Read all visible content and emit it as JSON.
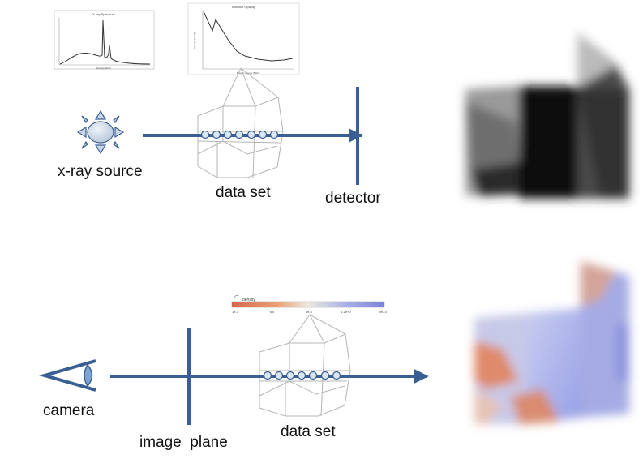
{
  "colors": {
    "axis": "#3a5f94",
    "wire": "#b5b5b5",
    "sample_fill": "#dbe6f3",
    "sample_stroke": "#3a5f94",
    "source_fill": "#c9d5e4",
    "colormap_low": "#d9654c",
    "colormap_mid": "#ece8df",
    "colormap_high": "#7a82d9"
  },
  "icons": {
    "source": "sun-icon",
    "viewer": "eye-icon"
  },
  "top": {
    "source_label": "x-ray source",
    "dataset_label": "data set",
    "detector_label": "detector",
    "spectrum_plot": {
      "title": "X-ray Spectrum",
      "xlabel": "Energy (keV)"
    },
    "opacity_plot": {
      "title": "Titanium Opacity",
      "xlabel": "Photon energy (MeV)",
      "ylabel": "Opacity (cm²/g)"
    }
  },
  "bottom": {
    "camera_label": "camera",
    "image_plane_label": "image  plane",
    "dataset_label": "data set",
    "colorbar": {
      "title": "density",
      "ticks": [
        "1e-1",
        "6.0",
        "9e-0",
        "1.2e+0",
        "2e0.0"
      ]
    }
  }
}
